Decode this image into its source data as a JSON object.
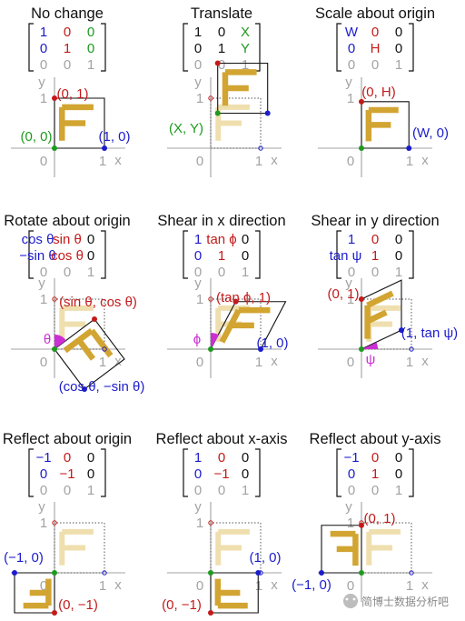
{
  "colors": {
    "blue": "#1c1ccc",
    "red": "#c41a1a",
    "green": "#1e9a1e",
    "gray": "#a3a3a3",
    "black": "#111111",
    "gold": "#d2a532",
    "pale_gold": "#efdfae",
    "dotted": "#555555",
    "angle_fill": "#cc2fd4"
  },
  "axis_labels": {
    "x": "x",
    "y": "y",
    "zero": "0",
    "one": "1"
  },
  "panels": [
    {
      "id": "no-change",
      "title": "No change",
      "matrix": [
        [
          {
            "t": "1",
            "c": "blue"
          },
          {
            "t": "0",
            "c": "red"
          },
          {
            "t": "0",
            "c": "green"
          }
        ],
        [
          {
            "t": "0",
            "c": "blue"
          },
          {
            "t": "1",
            "c": "red"
          },
          {
            "t": "0",
            "c": "green"
          }
        ],
        [
          {
            "t": "0",
            "c": "gray"
          },
          {
            "t": "0",
            "c": "gray"
          },
          {
            "t": "1",
            "c": "gray"
          }
        ]
      ],
      "labels": [
        {
          "text": "(0, 1)",
          "c": "red"
        },
        {
          "text": "(0, 0)",
          "c": "green"
        },
        {
          "text": "(1, 0)",
          "c": "blue"
        }
      ]
    },
    {
      "id": "translate",
      "title": "Translate",
      "matrix": [
        [
          {
            "t": "1",
            "c": "black"
          },
          {
            "t": "0",
            "c": "black"
          },
          {
            "t": "X",
            "c": "green"
          }
        ],
        [
          {
            "t": "0",
            "c": "black"
          },
          {
            "t": "1",
            "c": "black"
          },
          {
            "t": "Y",
            "c": "green"
          }
        ],
        [
          {
            "t": "0",
            "c": "gray"
          },
          {
            "t": "0",
            "c": "gray"
          },
          {
            "t": "1",
            "c": "gray"
          }
        ]
      ],
      "labels": [
        {
          "text": "(X, Y)",
          "c": "green"
        }
      ]
    },
    {
      "id": "scale",
      "title": "Scale about origin",
      "matrix": [
        [
          {
            "t": "W",
            "c": "blue"
          },
          {
            "t": "0",
            "c": "red"
          },
          {
            "t": "0",
            "c": "black"
          }
        ],
        [
          {
            "t": "0",
            "c": "blue"
          },
          {
            "t": "H",
            "c": "red"
          },
          {
            "t": "0",
            "c": "black"
          }
        ],
        [
          {
            "t": "0",
            "c": "gray"
          },
          {
            "t": "0",
            "c": "gray"
          },
          {
            "t": "1",
            "c": "gray"
          }
        ]
      ],
      "labels": [
        {
          "text": "(0, H)",
          "c": "red"
        },
        {
          "text": "(W, 0)",
          "c": "blue"
        }
      ]
    },
    {
      "id": "rotate",
      "title": "Rotate about origin",
      "matrix": [
        [
          {
            "t": "cos θ",
            "c": "blue"
          },
          {
            "t": "sin θ",
            "c": "red"
          },
          {
            "t": "0",
            "c": "black"
          }
        ],
        [
          {
            "t": "−sin θ",
            "c": "blue"
          },
          {
            "t": "cos θ",
            "c": "red"
          },
          {
            "t": "0",
            "c": "black"
          }
        ],
        [
          {
            "t": "0",
            "c": "gray"
          },
          {
            "t": "0",
            "c": "gray"
          },
          {
            "t": "1",
            "c": "gray"
          }
        ]
      ],
      "labels": [
        {
          "text": "(sin θ, cos θ)",
          "c": "red"
        },
        {
          "text": "θ",
          "c": "angle_fill"
        },
        {
          "text": "(cos θ, −sin θ)",
          "c": "blue"
        }
      ]
    },
    {
      "id": "shear-x",
      "title": "Shear in x direction",
      "matrix": [
        [
          {
            "t": "1",
            "c": "blue"
          },
          {
            "t": "tan ϕ",
            "c": "red"
          },
          {
            "t": "0",
            "c": "black"
          }
        ],
        [
          {
            "t": "0",
            "c": "blue"
          },
          {
            "t": "1",
            "c": "red"
          },
          {
            "t": "0",
            "c": "black"
          }
        ],
        [
          {
            "t": "0",
            "c": "gray"
          },
          {
            "t": "0",
            "c": "gray"
          },
          {
            "t": "1",
            "c": "gray"
          }
        ]
      ],
      "labels": [
        {
          "text": "(tan ϕ, 1)",
          "c": "red"
        },
        {
          "text": "ϕ",
          "c": "angle_fill"
        },
        {
          "text": "(1, 0)",
          "c": "blue"
        }
      ]
    },
    {
      "id": "shear-y",
      "title": "Shear in y direction",
      "matrix": [
        [
          {
            "t": "1",
            "c": "blue"
          },
          {
            "t": "0",
            "c": "red"
          },
          {
            "t": "0",
            "c": "black"
          }
        ],
        [
          {
            "t": "tan ψ",
            "c": "blue"
          },
          {
            "t": "1",
            "c": "red"
          },
          {
            "t": "0",
            "c": "black"
          }
        ],
        [
          {
            "t": "0",
            "c": "gray"
          },
          {
            "t": "0",
            "c": "gray"
          },
          {
            "t": "1",
            "c": "gray"
          }
        ]
      ],
      "labels": [
        {
          "text": "(0, 1)",
          "c": "red"
        },
        {
          "text": "(1, tan ψ)",
          "c": "blue"
        },
        {
          "text": "ψ",
          "c": "angle_fill"
        }
      ]
    },
    {
      "id": "reflect-origin",
      "title": "Reflect about origin",
      "matrix": [
        [
          {
            "t": "−1",
            "c": "blue"
          },
          {
            "t": "0",
            "c": "red"
          },
          {
            "t": "0",
            "c": "black"
          }
        ],
        [
          {
            "t": "0",
            "c": "blue"
          },
          {
            "t": "−1",
            "c": "red"
          },
          {
            "t": "0",
            "c": "black"
          }
        ],
        [
          {
            "t": "0",
            "c": "gray"
          },
          {
            "t": "0",
            "c": "gray"
          },
          {
            "t": "1",
            "c": "gray"
          }
        ]
      ],
      "labels": [
        {
          "text": "(−1, 0)",
          "c": "blue"
        },
        {
          "text": "(0, −1)",
          "c": "red"
        }
      ]
    },
    {
      "id": "reflect-x",
      "title": "Reflect about x-axis",
      "matrix": [
        [
          {
            "t": "1",
            "c": "blue"
          },
          {
            "t": "0",
            "c": "red"
          },
          {
            "t": "0",
            "c": "black"
          }
        ],
        [
          {
            "t": "0",
            "c": "blue"
          },
          {
            "t": "−1",
            "c": "red"
          },
          {
            "t": "0",
            "c": "black"
          }
        ],
        [
          {
            "t": "0",
            "c": "gray"
          },
          {
            "t": "0",
            "c": "gray"
          },
          {
            "t": "1",
            "c": "gray"
          }
        ]
      ],
      "labels": [
        {
          "text": "(1, 0)",
          "c": "blue"
        },
        {
          "text": "(0, −1)",
          "c": "red"
        }
      ]
    },
    {
      "id": "reflect-y",
      "title": "Reflect about y-axis",
      "matrix": [
        [
          {
            "t": "−1",
            "c": "blue"
          },
          {
            "t": "0",
            "c": "red"
          },
          {
            "t": "0",
            "c": "black"
          }
        ],
        [
          {
            "t": "0",
            "c": "blue"
          },
          {
            "t": "1",
            "c": "red"
          },
          {
            "t": "0",
            "c": "black"
          }
        ],
        [
          {
            "t": "0",
            "c": "gray"
          },
          {
            "t": "0",
            "c": "gray"
          },
          {
            "t": "1",
            "c": "gray"
          }
        ]
      ],
      "labels": [
        {
          "text": "(0, 1)",
          "c": "red"
        },
        {
          "text": "(−1, 0)",
          "c": "blue"
        }
      ]
    }
  ],
  "watermark": {
    "text": "简博士数据分析吧",
    "icon": "wechat-icon"
  }
}
